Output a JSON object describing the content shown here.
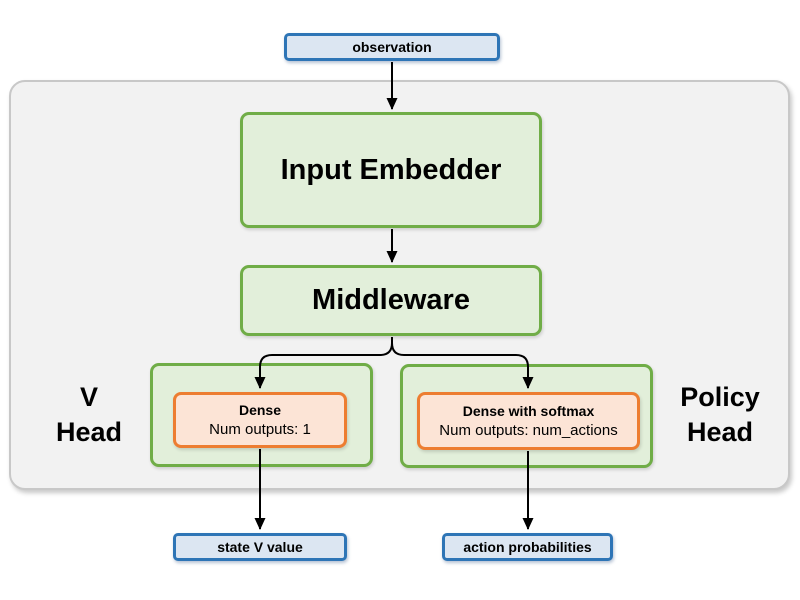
{
  "diagram": {
    "observation": {
      "label": "observation"
    },
    "input_embedder": {
      "label": "Input Embedder"
    },
    "middleware": {
      "label": "Middleware"
    },
    "v_head": {
      "group_label_line1": "V",
      "group_label_line2": "Head",
      "layer_title": "Dense",
      "layer_detail": "Num outputs: 1",
      "output_label": "state V value"
    },
    "policy_head": {
      "group_label_line1": "Policy",
      "group_label_line2": "Head",
      "layer_title": "Dense with softmax",
      "layer_detail": "Num outputs: num_actions",
      "output_label": "action probabilities"
    },
    "colors": {
      "io_box_border": "#2e75b6",
      "io_box_fill": "#dce6f2",
      "layer_box_border": "#70ad47",
      "layer_box_fill": "#e2efda",
      "dense_box_border": "#ed7d31",
      "dense_box_fill": "#fce4d6",
      "container_fill": "#f2f2f2",
      "container_border": "#c8c8c8",
      "arrow": "#000000"
    }
  }
}
